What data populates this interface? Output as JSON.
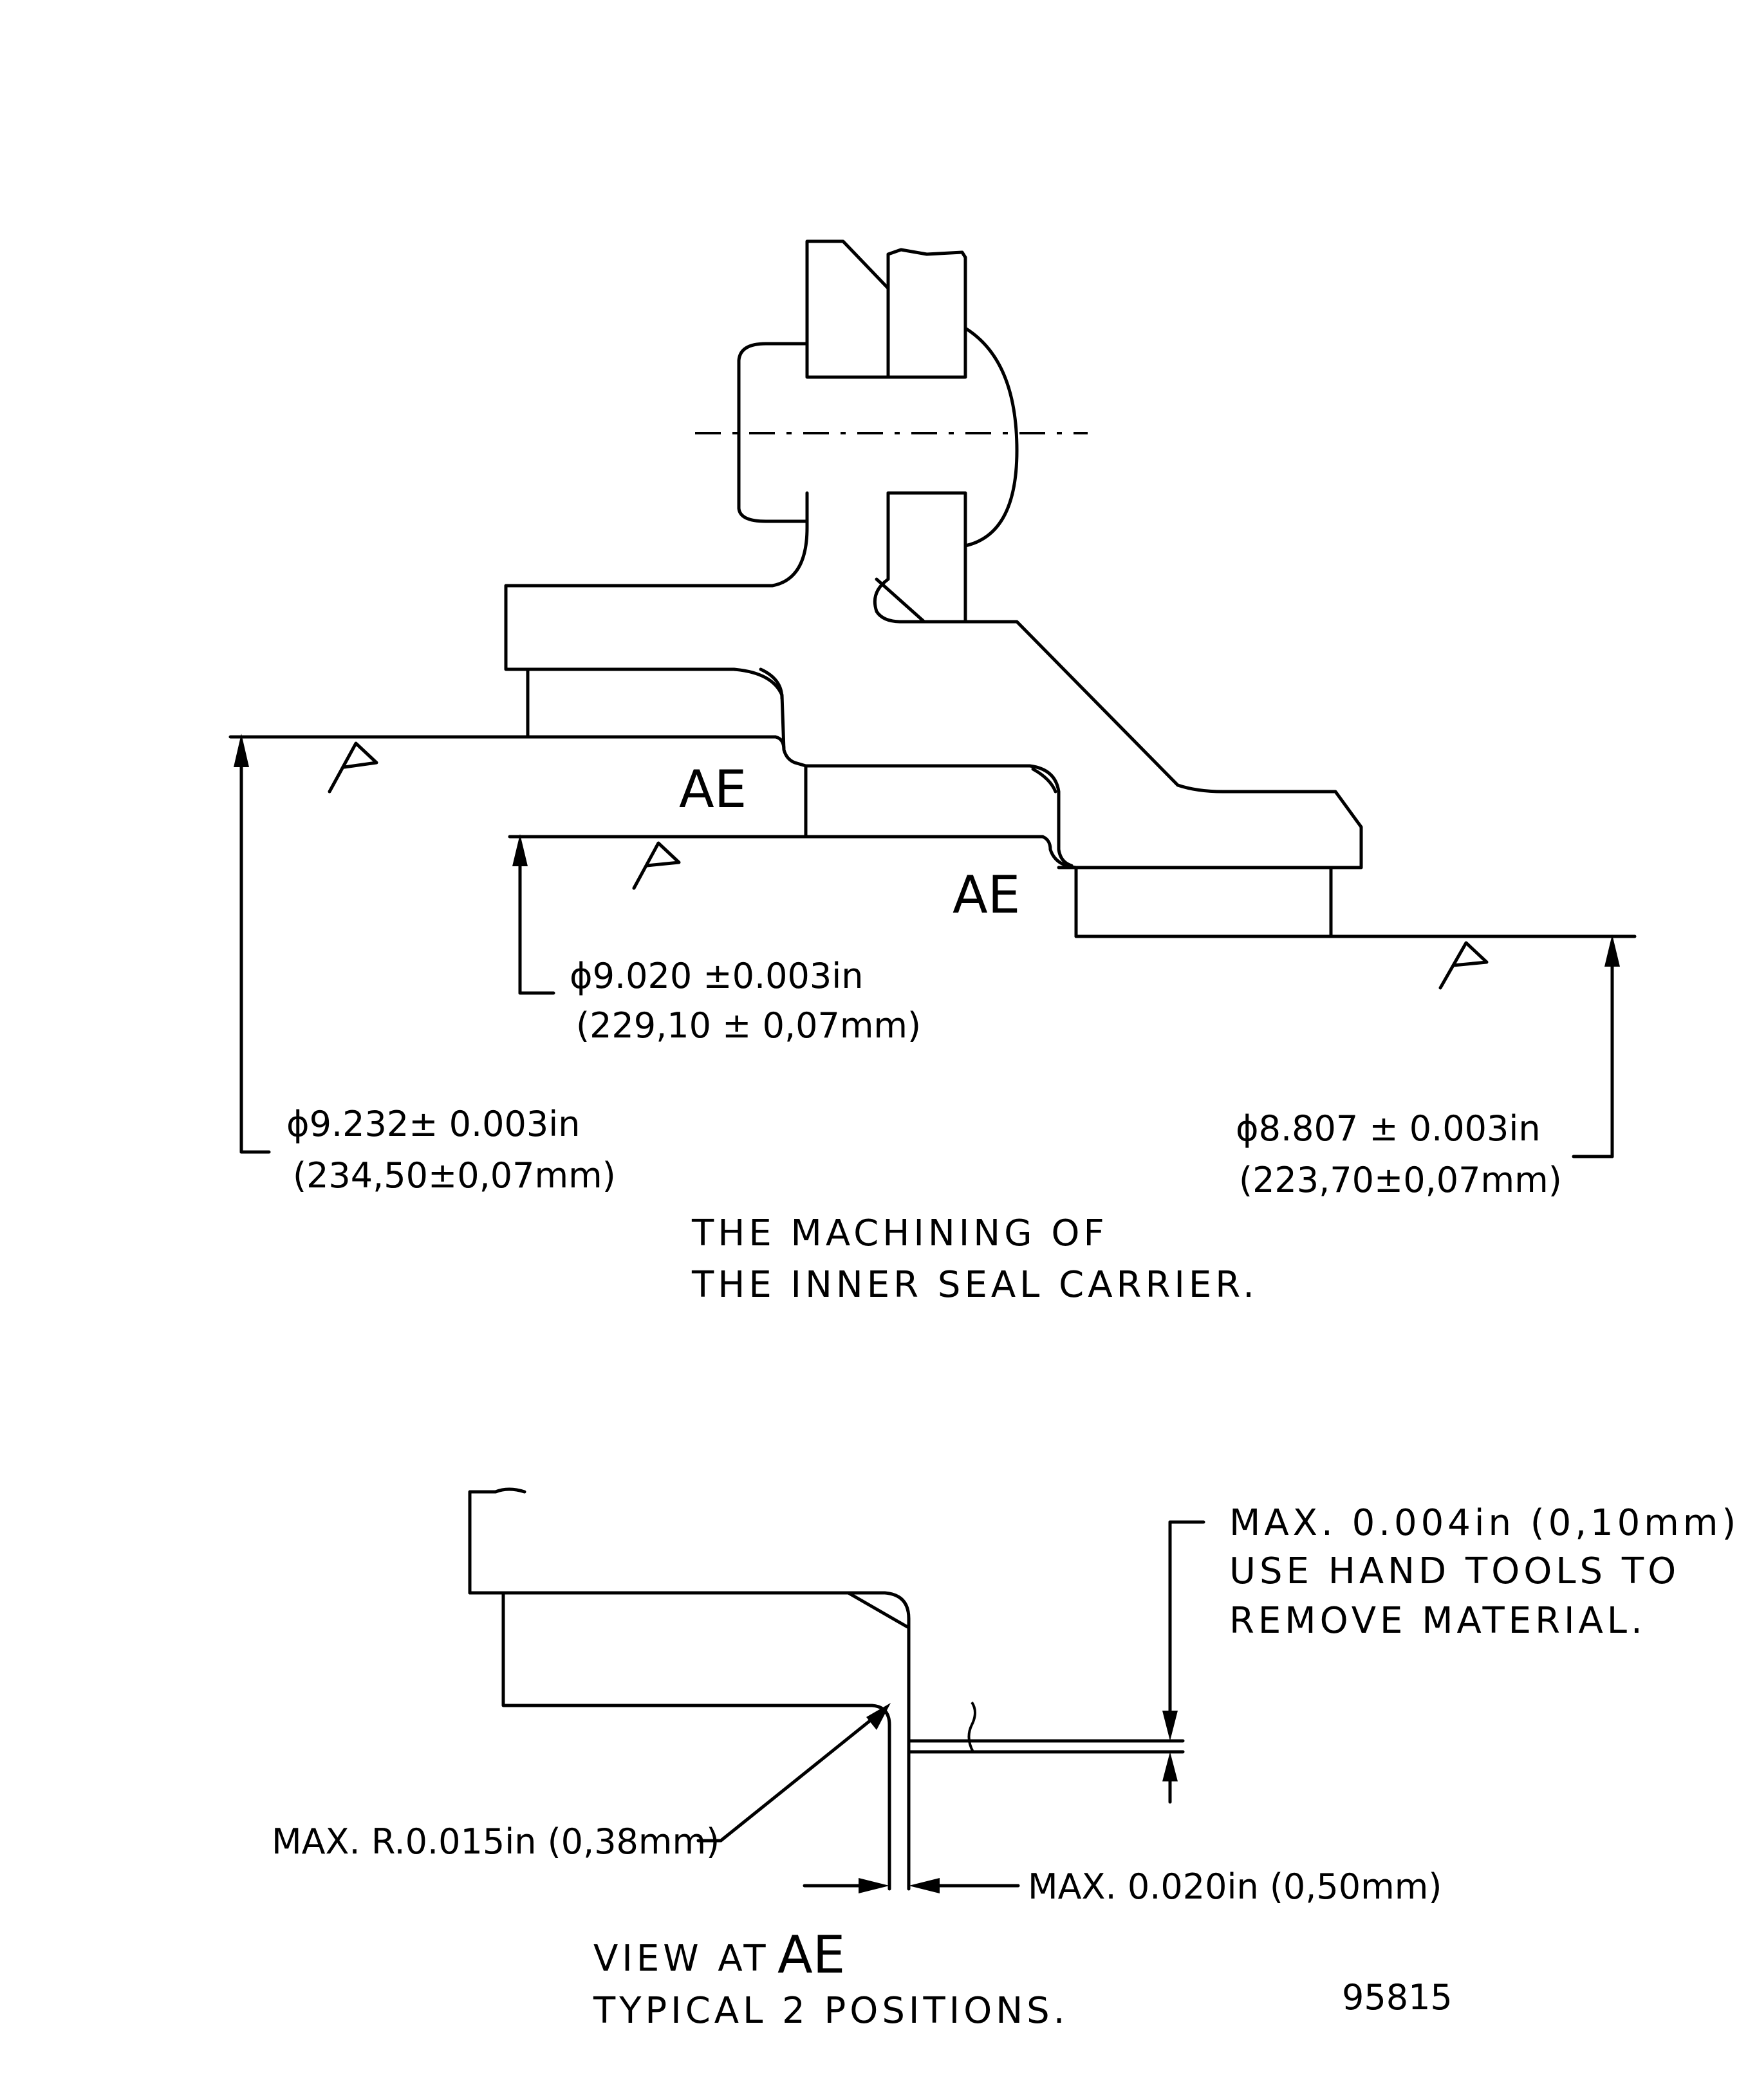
{
  "top_view": {
    "ae_label_1": "AE",
    "ae_label_2": "AE",
    "dim_inner": {
      "inch": "ϕ9.020 ±0.003in",
      "mm": "(229,10 ± 0,07mm)"
    },
    "dim_left": {
      "inch": "ϕ9.232± 0.003in",
      "mm": "(234,50±0,07mm)"
    },
    "dim_right": {
      "inch": "ϕ8.807 ± 0.003in",
      "mm": "(223,70±0,07mm)"
    },
    "caption_line1": "THE MACHINING OF",
    "caption_line2": "THE INNER SEAL CARRIER."
  },
  "detail_view": {
    "note_line1": "MAX. 0.004in (0,10mm)",
    "note_line2": "USE HAND TOOLS TO",
    "note_line3": "REMOVE MATERIAL.",
    "radius_note": "MAX. R.0.015in (0,38mm)",
    "offset_note": "MAX. 0.020in (0,50mm)",
    "view_label": "VIEW AT",
    "view_ae": "AE",
    "view_sub": "TYPICAL 2 POSITIONS.",
    "figure_number": "95815"
  }
}
